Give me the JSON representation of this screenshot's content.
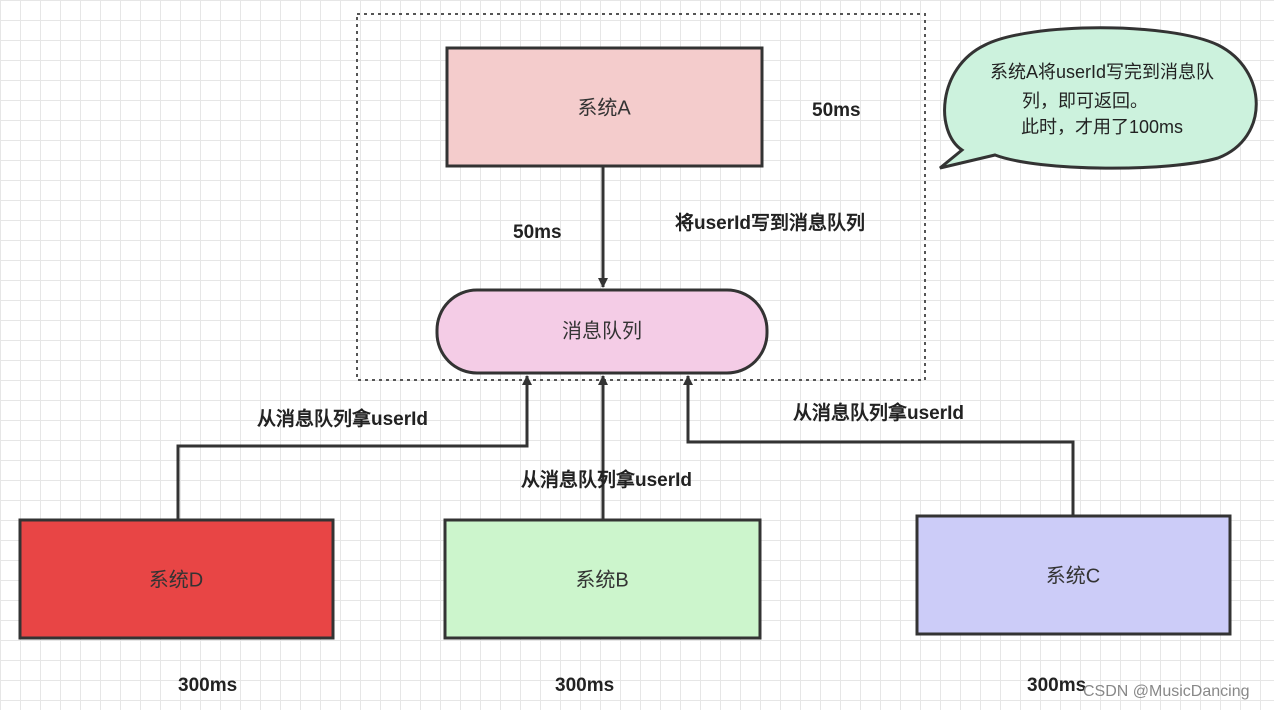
{
  "nodes": {
    "system_a": {
      "label": "系统A",
      "fill": "#f4cccc"
    },
    "queue": {
      "label": "消息队列",
      "fill": "#f4cce6"
    },
    "system_d": {
      "label": "系统D",
      "fill": "#e84545"
    },
    "system_b": {
      "label": "系统B",
      "fill": "#ccf5cc"
    },
    "system_c": {
      "label": "系统C",
      "fill": "#ccccf8"
    }
  },
  "labels": {
    "a_time": "50ms",
    "write_time": "50ms",
    "write_action": "将userId写到消息队列",
    "d_fetch": "从消息队列拿userId",
    "b_fetch": "从消息队列拿userId",
    "c_fetch": "从消息队列拿userId",
    "d_time": "300ms",
    "b_time": "300ms",
    "c_time": "300ms"
  },
  "callout": {
    "line1": "系统A将userId写完到消息队",
    "line2": "列，即可返回。",
    "line3": "此时，才用了100ms",
    "fill": "#ccf2dd"
  },
  "watermark": "CSDN @MusicDancing"
}
